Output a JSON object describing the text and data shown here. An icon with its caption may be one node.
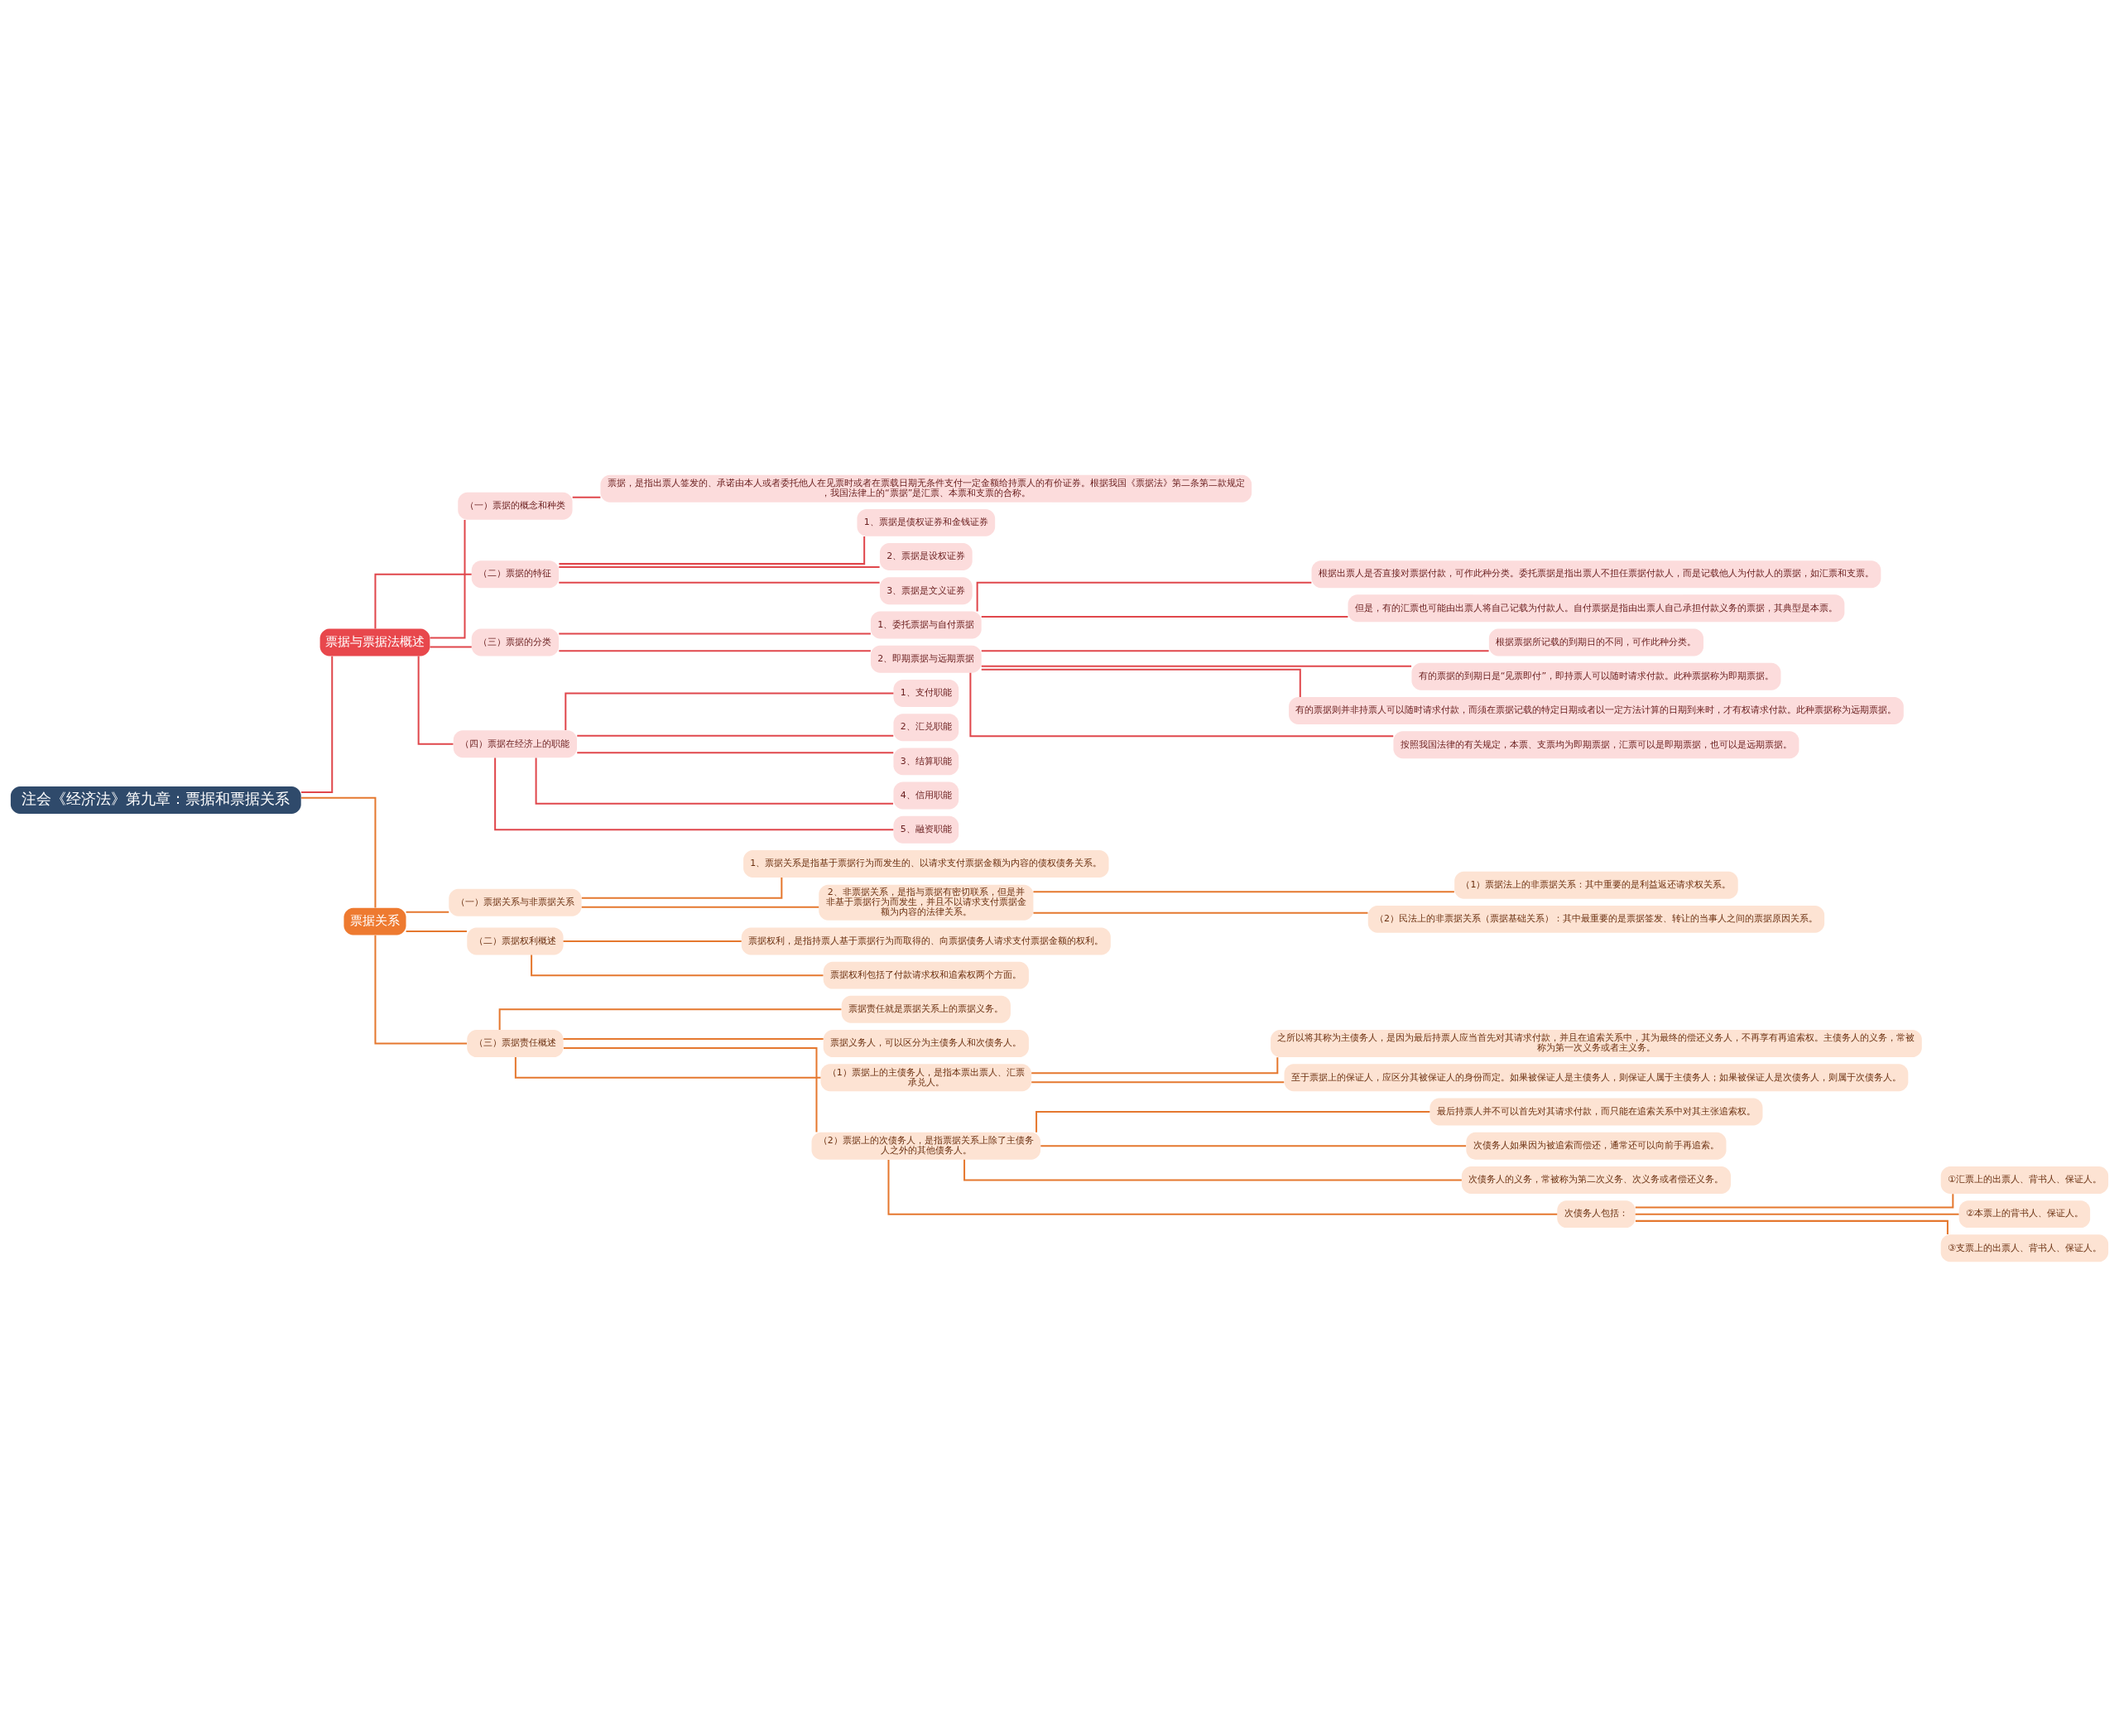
{
  "diagram": {
    "nodes": [
      {
        "text": [
          "注会《经济法》第九章：票据和票据关系"
        ]
      },
      {
        "text": [
          "票据与票据法概述"
        ]
      },
      {
        "text": [
          "（一）票据的概念和种类"
        ]
      },
      {
        "text": [
          "票据，是指出票人签发的、承诺由本人或者委托他人在见票时或者在票载日期无条件支付一定金额给持票人的有价证券。根据我国《票据法》第二条第二款规定，我国法律上的“票据”是汇票、本票和支票的合称。"
        ]
      },
      {
        "text": [
          "（二）票据的特征"
        ]
      },
      {
        "text": [
          "1、票据是债权证券和金钱证券"
        ]
      },
      {
        "text": [
          "2、票据是设权证券"
        ]
      },
      {
        "text": [
          "3、票据是文义证券"
        ]
      },
      {
        "text": [
          "（三）票据的分类"
        ]
      },
      {
        "text": [
          "1、委托票据与自付票据"
        ]
      },
      {
        "text": [
          "根据出票人是否直接对票据付款，可作此种分类。委托票据是指出票人不担任票据付款人，而是记载他人为付款人的票据，如汇票和支票。"
        ]
      },
      {
        "text": [
          "但是，有的汇票也可能由出票人将自己记载为付款人。自付票据是指由出票人自己承担付款义务的票据，其典型是本票。"
        ]
      },
      {
        "text": [
          "2、即期票据与远期票据"
        ]
      },
      {
        "text": [
          "根据票据所记载的到期日的不同，可作此种分类。"
        ]
      },
      {
        "text": [
          "有的票据的到期日是“见票即付”，即持票人可以随时请求付款。此种票据称为即期票据。"
        ]
      },
      {
        "text": [
          "有的票据则并非持票人可以随时请求付款，而须在票据记载的特定日期或者以一定方法计算的日期到来时，才有权请求付款。此种票据称为远期票据。"
        ]
      },
      {
        "text": [
          "按照我国法律的有关规定，本票、支票均为即期票据，汇票可以是即期票据，也可以是远期票据。"
        ]
      },
      {
        "text": [
          "（四）票据在经济上的职能"
        ]
      },
      {
        "text": [
          "1、支付职能"
        ]
      },
      {
        "text": [
          "2、汇兑职能"
        ]
      },
      {
        "text": [
          "3、结算职能"
        ]
      },
      {
        "text": [
          "4、信用职能"
        ]
      },
      {
        "text": [
          "5、融资职能"
        ]
      },
      {
        "text": [
          "票据关系"
        ]
      },
      {
        "text": [
          "（一）票据关系与非票据关系"
        ]
      },
      {
        "text": [
          "1、票据关系是指基于票据行为而发生的、以请求支付票据金额为内容的债权债务关系。"
        ]
      },
      {
        "text": [
          "2、非票据关系，是指与票据有密切联系，但是并非基于票据行为而发生，并且不以请求支付票据金额为内容的法律关系。"
        ]
      },
      {
        "text": [
          "（1）票据法上的非票据关系：其中重要的是利益返还请求权关系。"
        ]
      },
      {
        "text": [
          "（2）民法上的非票据关系（票据基础关系）：其中最重要的是票据签发、转让的当事人之间的票据原因关系。"
        ]
      },
      {
        "text": [
          "（二）票据权利概述"
        ]
      },
      {
        "text": [
          "票据权利，是指持票人基于票据行为而取得的、向票据债务人请求支付票据金额的权利。"
        ]
      },
      {
        "text": [
          "票据权利包括了付款请求权和追索权两个方面。"
        ]
      },
      {
        "text": [
          "（三）票据责任概述"
        ]
      },
      {
        "text": [
          "票据责任就是票据关系上的票据义务。"
        ]
      },
      {
        "text": [
          "票据义务人，可以区分为主债务人和次债务人。"
        ]
      },
      {
        "text": [
          "（1）票据上的主债务人，是指本票出票人、汇票承兑人。"
        ]
      },
      {
        "text": [
          "之所以将其称为主债务人，是因为最后持票人应当首先对其请求付款，并且在追索关系中，其为最终的偿还义务人，不再享有再追索权。主债务人的义务，常被称为第一次义务或者主义务。"
        ]
      },
      {
        "text": [
          "至于票据上的保证人，应区分其被保证人的身份而定。如果被保证人是主债务人，则保证人属于主债务人；如果被保证人是次债务人，则属于次债务人。"
        ]
      },
      {
        "text": [
          "（2）票据上的次债务人，是指票据关系上除了主债务人之外的其他债务人。"
        ]
      },
      {
        "text": [
          "最后持票人并不可以首先对其请求付款，而只能在追索关系中对其主张追索权。"
        ]
      },
      {
        "text": [
          "次债务人如果因为被追索而偿还，通常还可以向前手再追索。"
        ]
      },
      {
        "text": [
          "次债务人的义务，常被称为第二次义务、次义务或者偿还义务。"
        ]
      },
      {
        "text": [
          "次债务人包括："
        ]
      },
      {
        "text": [
          "①汇票上的出票人、背书人、保证人。"
        ]
      },
      {
        "text": [
          "②本票上的背书人、保证人。"
        ]
      },
      {
        "text": [
          "③支票上的出票人、背书人、保证人。"
        ]
      }
    ],
    "edges": [
      {
        "from": 0,
        "to": 1,
        "arrow": "none",
        "color": "#e0474c"
      },
      {
        "from": 1,
        "to": 2,
        "arrow": "none",
        "color": "#e0474c"
      },
      {
        "from": 2,
        "to": 3,
        "arrow": "none",
        "color": "#e0474c"
      },
      {
        "from": 1,
        "to": 4,
        "arrow": "none",
        "color": "#e0474c"
      },
      {
        "from": 4,
        "to": 5,
        "arrow": "none",
        "color": "#e0474c"
      },
      {
        "from": 4,
        "to": 6,
        "arrow": "none",
        "color": "#e0474c"
      },
      {
        "from": 4,
        "to": 7,
        "arrow": "none",
        "color": "#e0474c"
      },
      {
        "from": 1,
        "to": 8,
        "arrow": "none",
        "color": "#e0474c"
      },
      {
        "from": 8,
        "to": 9,
        "arrow": "none",
        "color": "#e0474c"
      },
      {
        "from": 9,
        "to": 10,
        "arrow": "none",
        "color": "#e0474c"
      },
      {
        "from": 9,
        "to": 11,
        "arrow": "none",
        "color": "#e0474c"
      },
      {
        "from": 8,
        "to": 12,
        "arrow": "none",
        "color": "#e0474c"
      },
      {
        "from": 12,
        "to": 13,
        "arrow": "none",
        "color": "#e0474c"
      },
      {
        "from": 12,
        "to": 14,
        "arrow": "none",
        "color": "#e0474c"
      },
      {
        "from": 12,
        "to": 15,
        "arrow": "none",
        "color": "#e0474c"
      },
      {
        "from": 12,
        "to": 16,
        "arrow": "none",
        "color": "#e0474c"
      },
      {
        "from": 1,
        "to": 17,
        "arrow": "none",
        "color": "#e0474c"
      },
      {
        "from": 17,
        "to": 18,
        "arrow": "none",
        "color": "#e0474c"
      },
      {
        "from": 17,
        "to": 19,
        "arrow": "none",
        "color": "#e0474c"
      },
      {
        "from": 17,
        "to": 20,
        "arrow": "none",
        "color": "#e0474c"
      },
      {
        "from": 17,
        "to": 21,
        "arrow": "none",
        "color": "#e0474c"
      },
      {
        "from": 17,
        "to": 22,
        "arrow": "none",
        "color": "#e0474c"
      },
      {
        "from": 0,
        "to": 23,
        "arrow": "none"
      },
      {
        "from": 23,
        "to": 24,
        "arrow": "none"
      },
      {
        "from": 24,
        "to": 25,
        "arrow": "none"
      },
      {
        "from": 24,
        "to": 26,
        "arrow": "none"
      },
      {
        "from": 26,
        "to": 27,
        "arrow": "none"
      },
      {
        "from": 26,
        "to": 28,
        "arrow": "none"
      },
      {
        "from": 23,
        "to": 29,
        "arrow": "none"
      },
      {
        "from": 29,
        "to": 30,
        "arrow": "none"
      },
      {
        "from": 29,
        "to": 31,
        "arrow": "none"
      },
      {
        "from": 23,
        "to": 32,
        "arrow": "none"
      },
      {
        "from": 32,
        "to": 33,
        "arrow": "none"
      },
      {
        "from": 32,
        "to": 34,
        "arrow": "none"
      },
      {
        "from": 32,
        "to": 35,
        "arrow": "none"
      },
      {
        "from": 35,
        "to": 36,
        "arrow": "none"
      },
      {
        "from": 35,
        "to": 37,
        "arrow": "none"
      },
      {
        "from": 32,
        "to": 38,
        "arrow": "none"
      },
      {
        "from": 38,
        "to": 39,
        "arrow": "none"
      },
      {
        "from": 38,
        "to": 40,
        "arrow": "none"
      },
      {
        "from": 38,
        "to": 41,
        "arrow": "none"
      },
      {
        "from": 38,
        "to": 42,
        "arrow": "none"
      },
      {
        "from": 42,
        "to": 43,
        "arrow": "none"
      },
      {
        "from": 42,
        "to": 44,
        "arrow": "none"
      },
      {
        "from": 42,
        "to": 45,
        "arrow": "none"
      }
    ]
  }
}
